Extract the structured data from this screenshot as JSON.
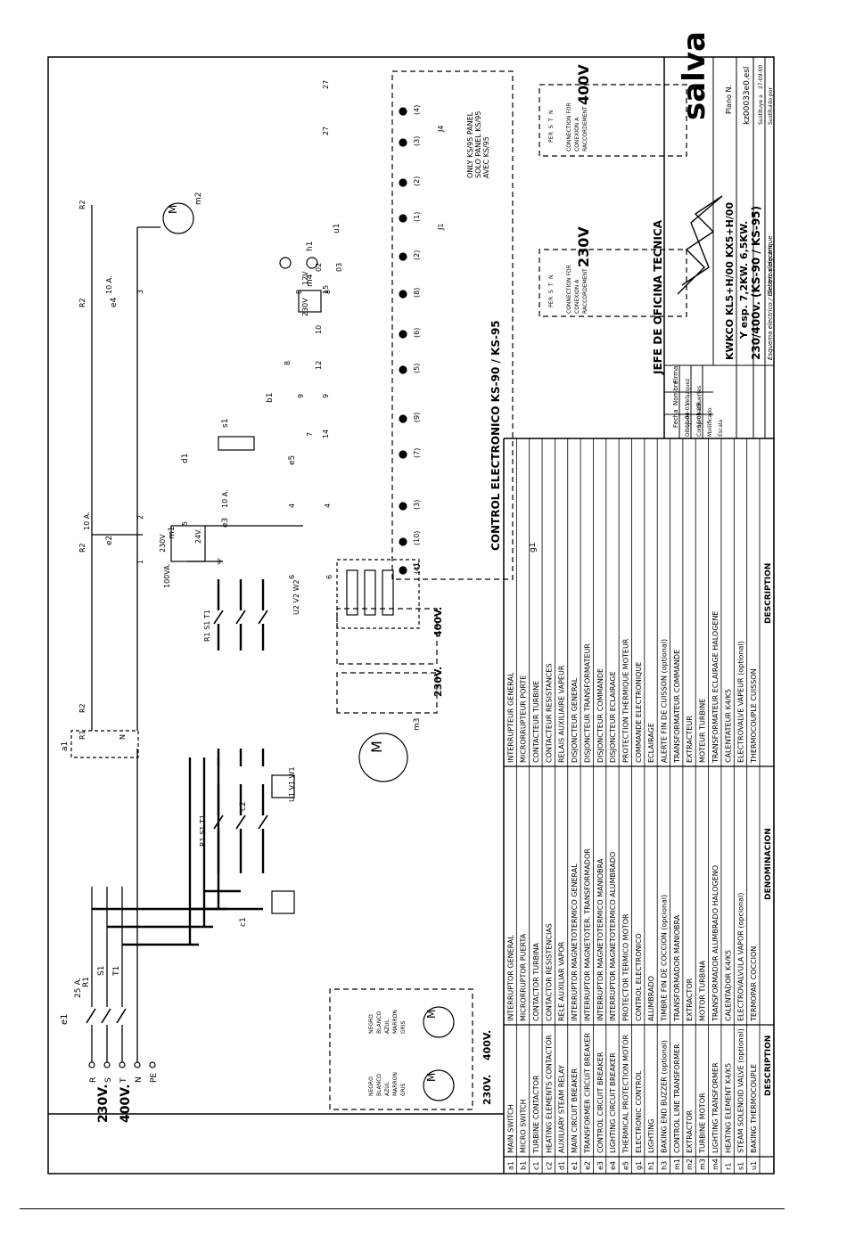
{
  "supply": {
    "v1": "230V.",
    "v2": "400V.",
    "terminals": [
      "R",
      "S",
      "T",
      "N",
      "PE"
    ],
    "fuse": "25 A."
  },
  "legend_en": {
    "rows": [
      {
        "code": "a1",
        "text": "MAIN SWITCH"
      },
      {
        "code": "b1",
        "text": "MICRO SWITCH"
      },
      {
        "code": "c1",
        "text": "TURBINE CONTACTOR"
      },
      {
        "code": "c2",
        "text": "HEATING ELEMENTS CONTACTOR"
      },
      {
        "code": "d1",
        "text": "AUXILIARY STEAM RELAY"
      },
      {
        "code": "e1",
        "text": "MAIN CIRCUIT BREAKER"
      },
      {
        "code": "e2",
        "text": "TRANSFORMER CIRCUIT BREAKER"
      },
      {
        "code": "e3",
        "text": "CONTROL CIRCUIT BREAKER"
      },
      {
        "code": "e4",
        "text": "LIGHTING CIRCUIT BREAKER"
      },
      {
        "code": "e5",
        "text": "THERMICAL PROTECTION MOTOR"
      },
      {
        "code": "g1",
        "text": "ELECTRONIC CONTROL"
      },
      {
        "code": "h1",
        "text": "LIGHTING"
      },
      {
        "code": "h3",
        "text": "BAKING END BUZZER (optional)"
      },
      {
        "code": "m1",
        "text": "CONTROL LINE TRANSFORMER"
      },
      {
        "code": "m2",
        "text": "EXTRACTOR"
      },
      {
        "code": "m3",
        "text": "TURBINE MOTOR"
      },
      {
        "code": "m4",
        "text": "LIGHTING TRANSFORMER"
      },
      {
        "code": "r1",
        "text": "HEATING ELEMENT K4/K5"
      },
      {
        "code": "s1",
        "text": "STEAM SOLENOID VALVE (optional)"
      },
      {
        "code": "u1",
        "text": "BAKING THERMOCOUPLE"
      }
    ],
    "footer": "DESCRIPTION"
  },
  "legend_es": {
    "rows": [
      "INTERRUPTOR GENERAL",
      "MICRORRUPTOR PUERTA",
      "CONTACTOR TURBINA",
      "CONTACTOR RESISTENCIAS",
      "RELE AUXILIAR VAPOR",
      "INTERRUPTOR MAGNETOTERMICO GENERAL",
      "INTERRUPTOR MAGNETOTER. TRANSFORMADOR",
      "INTERRUPTOR MAGNETOTERMICO MANIOBRA",
      "INTERRUPTOR MAGNETOTERMICO ALUMBRADO",
      "PROTECTOR TERMICO MOTOR",
      "CONTROL ELECTRONICO",
      "ALUMBRADO",
      "TIMBRE FIN DE COCCION (opcional)",
      "TRANSFORMADOR MANIOBRA",
      "EXTRACTOR",
      "MOTOR TURBINA",
      "TRANSFORMADOR ALUMBRADO HALOGENO",
      "CALENTADOR K4/K5",
      "ELECTROVALVULA VAPOR (opcional)",
      "TERMOPAR COCCION"
    ],
    "footer": "DENOMINACION"
  },
  "legend_fr": {
    "rows": [
      "INTERRUPTEUR GENERAL",
      "MICRORRUPTEUR PORTE",
      "CONTACTEUR TURBINE",
      "CONTACTEUR RESISTANCES",
      "RELAIS AUXILIAIRE VAPEUR",
      "DISJONCTEUR GENERAL",
      "DISJONCTEUR TRANSFORMATEUR",
      "DISJONCTEUR COMMANDE",
      "DISJONCTEUR ECLAIRAGE",
      "PROTECTION THERMIQUE MOTEUR",
      "COMMANDE ELECTRONIQUE",
      "ECLAIRAGE",
      "ALERTE FIN DE CUISSON (optional)",
      "TRANSFORMATEUR COMMANDE",
      "EXTRACTEUR",
      "MOTEUR TURBINE",
      "TRANSFORMATEUR ECLAIRAGE HALOGENE",
      "CALENTATEUR K4/K5",
      "ELECTROVALVE VAPEUR (optional)",
      "THERMOCOUPLE CUISSON"
    ],
    "footer": "DESCRIPTION"
  },
  "control_label": "CONTROL ELECTRONICO KS-90 / KS-95",
  "only_note": [
    "ONLY KS/95 PANEL",
    "SOLO PANEL KS/95",
    "AVEC KS/95"
  ],
  "title_block": {
    "department": "JEFE DE OFICINA TECNICA",
    "brand": "salva",
    "col_fecha": "Fecha",
    "col_nombre": "Nombre",
    "col_firma": "Firma",
    "row_dibujado": "Dibujado",
    "row_comprobado": "Comprobado",
    "row_modificado": "Modificado",
    "row_escala": "Escala",
    "date1": "11-04-03",
    "name1": "Velazquez",
    "date2": "11-04-03",
    "name2": "Fuertes",
    "model": "KWKCO KL5+H/00 KX5+H/00",
    "power": "Y esp. 7,2KW. 6,5KW.",
    "voltage": "230/400v. (KS-90 / KS-95)",
    "scheme": "Esquema electrico / Electric diagram",
    "scheme2": "Schema electrique",
    "plano_label": "Plano N.",
    "plano": "kz00033e0.esl",
    "sustituye": "Sustituye a",
    "sustituye_date": "27-09-00",
    "sustituido": "Sustituido por"
  },
  "connection_230": {
    "voltage": "230V",
    "caption": [
      "CONNECTION FOR",
      "CONEXION A",
      "RACCORDEMENT"
    ],
    "terminals": [
      "PE",
      "R",
      "S",
      "T",
      "N"
    ]
  },
  "connection_400": {
    "voltage": "400V",
    "caption": [
      "CONNECTION FOR",
      "CONEXION A",
      "RACCORDEMENT"
    ],
    "terminals": [
      "PE",
      "R",
      "S",
      "T",
      "N"
    ]
  },
  "bridge_230": "230V.",
  "bridge_400": "400V.",
  "motor_230": "230V.",
  "motor_400": "400V.",
  "motor_wire_labels": [
    "NEGRO",
    "BLANCO",
    "AZUL",
    "MARRON",
    "GRIS"
  ],
  "components": {
    "a1": "a1",
    "e1": "e1",
    "c1": "c1",
    "c2": "c2",
    "m3": "m3",
    "r1": "r1",
    "m1": "m1",
    "m4": "m4",
    "m2": "m2",
    "h1": "h1",
    "e2": "e2",
    "e3": "e3",
    "e4": "e4",
    "e5": "e5",
    "s1": "s1",
    "d1": "d1",
    "b1": "b1",
    "g1": "g1",
    "u1": "u1",
    "breaker_10a": "10 A.",
    "tr_m1_va": "100VA.",
    "tr_m1_pri": "230V",
    "tr_m1_sec": "24V.",
    "tr_m4_pri": "230V",
    "tr_m4_sec": "12V",
    "m2_rating": "M",
    "motor_m": "M",
    "wire_labels": {
      "r1t": "R1",
      "s1t": "S1",
      "t1t": "T1",
      "u1": "U1",
      "v1": "V1",
      "w1": "W1",
      "u2": "U2",
      "v2": "V2",
      "w2": "W2",
      "r2": "R2",
      "n": "N",
      "l": "l"
    }
  },
  "terminal_numbers": [
    "(4)",
    "(10)",
    "(3)",
    "(7)",
    "(9)",
    "(5)",
    "(6)",
    "(8)",
    "(2)",
    "(1)",
    "(2)",
    "(3)",
    "(4)"
  ],
  "jumper_labels": [
    "J1",
    "J4"
  ],
  "wire_numbers": [
    "27",
    "27",
    "8",
    "8",
    "8",
    "7",
    "4",
    "4",
    "6",
    "6",
    "10",
    "12",
    "14",
    "15",
    "9",
    "9",
    "5",
    "2",
    "1",
    "3",
    "02",
    "03"
  ]
}
